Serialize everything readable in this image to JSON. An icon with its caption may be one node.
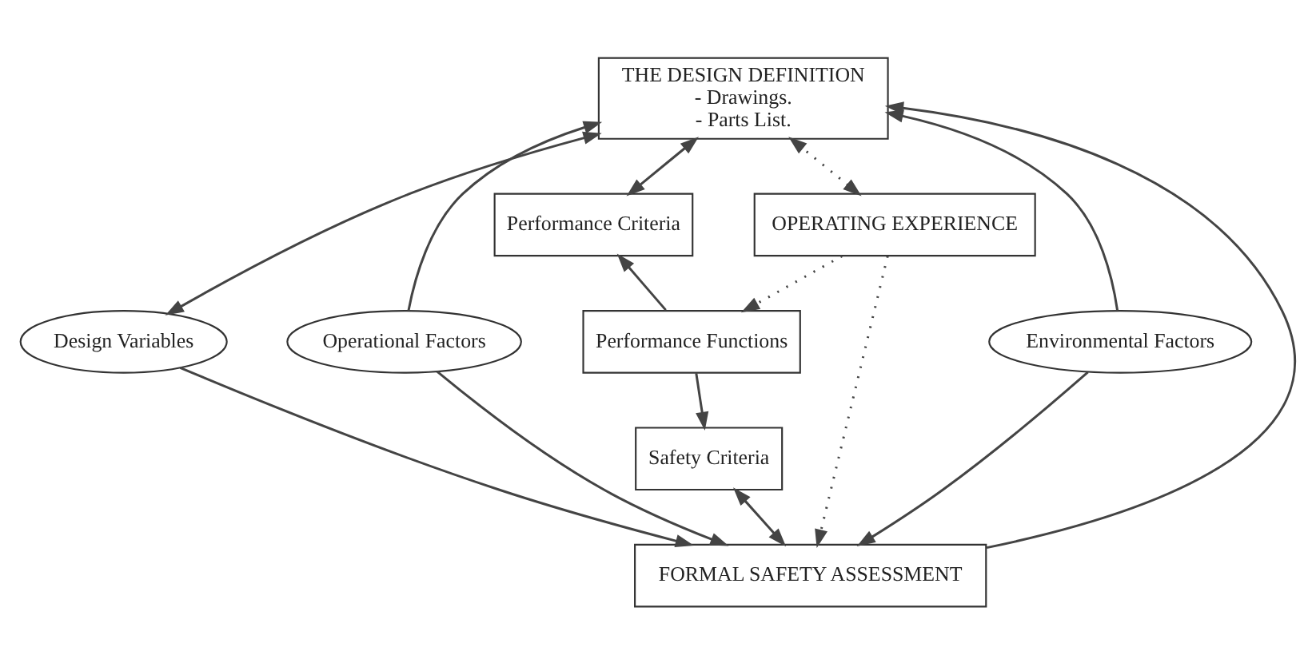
{
  "diagram": {
    "nodes": [
      {
        "text": [
          "THE DESIGN DEFINITION",
          "- Drawings.",
          "- Parts List."
        ]
      },
      {
        "text": [
          "Performance Criteria"
        ]
      },
      {
        "text": [
          "Performance Functions"
        ]
      },
      {
        "text": [
          "Safety Criteria"
        ]
      },
      {
        "text": [
          "Design Variables"
        ]
      },
      {
        "text": [
          "Operational Factors"
        ]
      },
      {
        "text": [
          "Environmental Factors"
        ]
      },
      {
        "text": [
          "FORMAL SAFETY ASSESSMENT"
        ]
      },
      {
        "text": [
          "OPERATING EXPERIENCE"
        ]
      }
    ],
    "edges": [
      {
        "from": 0,
        "to": 1,
        "arrow": "both"
      },
      {
        "from": 2,
        "to": 1,
        "arrow": "to"
      },
      {
        "from": 2,
        "to": 3,
        "arrow": "to"
      },
      {
        "from": 3,
        "to": 7,
        "arrow": "both"
      },
      {
        "from": 0,
        "to": 4,
        "arrow": "both"
      },
      {
        "from": 5,
        "to": 0,
        "arrow": "to"
      },
      {
        "from": 6,
        "to": 0,
        "arrow": "to"
      },
      {
        "from": 4,
        "to": 7,
        "arrow": "to"
      },
      {
        "from": 5,
        "to": 7,
        "arrow": "to"
      },
      {
        "from": 6,
        "to": 7,
        "arrow": "to"
      },
      {
        "from": 7,
        "to": 0,
        "arrow": "to"
      },
      {
        "from": 8,
        "to": 0,
        "arrow": "both",
        "style": "dashed"
      },
      {
        "from": 8,
        "to": 7,
        "arrow": "to",
        "style": "dashed"
      },
      {
        "from": 8,
        "to": 2,
        "arrow": "to",
        "style": "dashed"
      }
    ]
  }
}
